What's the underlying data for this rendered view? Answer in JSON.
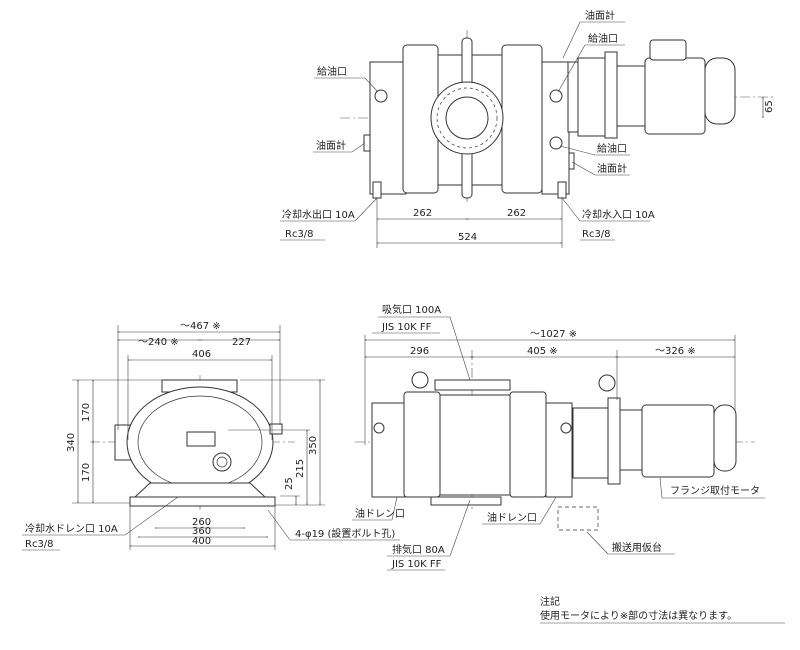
{
  "top_view": {
    "labels": {
      "oil_gauge_top": "油面計",
      "oil_fill_top": "給油口",
      "oil_fill_left": "給油口",
      "oil_gauge_left": "油面計",
      "oil_fill_right": "給油口",
      "oil_gauge_right": "油面計",
      "coolant_out": "冷却水出口 10A",
      "coolant_out_thread": "Rc3/8",
      "coolant_in": "冷却水入口 10A",
      "coolant_in_thread": "Rc3/8"
    },
    "dims": {
      "half_left": "262",
      "half_right": "262",
      "total": "524",
      "offset": "65"
    }
  },
  "front_view": {
    "labels": {
      "coolant_drain": "冷却水ドレン口 10A",
      "coolant_drain_thread": "Rc3/8",
      "bolt_holes": "4-φ19 (設置ボルト孔)"
    },
    "dims": {
      "overall_width": "～467 ※",
      "left_width": "～240 ※",
      "right_width": "227",
      "body_width": "406",
      "height_total": "340",
      "height_upper": "170",
      "height_lower": "170",
      "height_350": "350",
      "height_215": "215",
      "height_25": "25",
      "base_260": "260",
      "base_360": "360",
      "base_400": "400"
    }
  },
  "side_view": {
    "labels": {
      "inlet": "吸気口 100A",
      "inlet_std": "JIS 10K FF",
      "oil_drain_left": "油ドレン口",
      "oil_drain_right": "油ドレン口",
      "exhaust": "排気口 80A",
      "exhaust_std": "JIS 10K FF",
      "motor": "フランジ取付モータ",
      "transport_stand": "搬送用仮台"
    },
    "dims": {
      "overall_length": "～1027 ※",
      "pump_length": "296",
      "middle_length": "405 ※",
      "motor_length": "～326 ※"
    }
  },
  "note": {
    "title": "注記",
    "text": "使用モータにより※部の寸法は異なります。"
  }
}
